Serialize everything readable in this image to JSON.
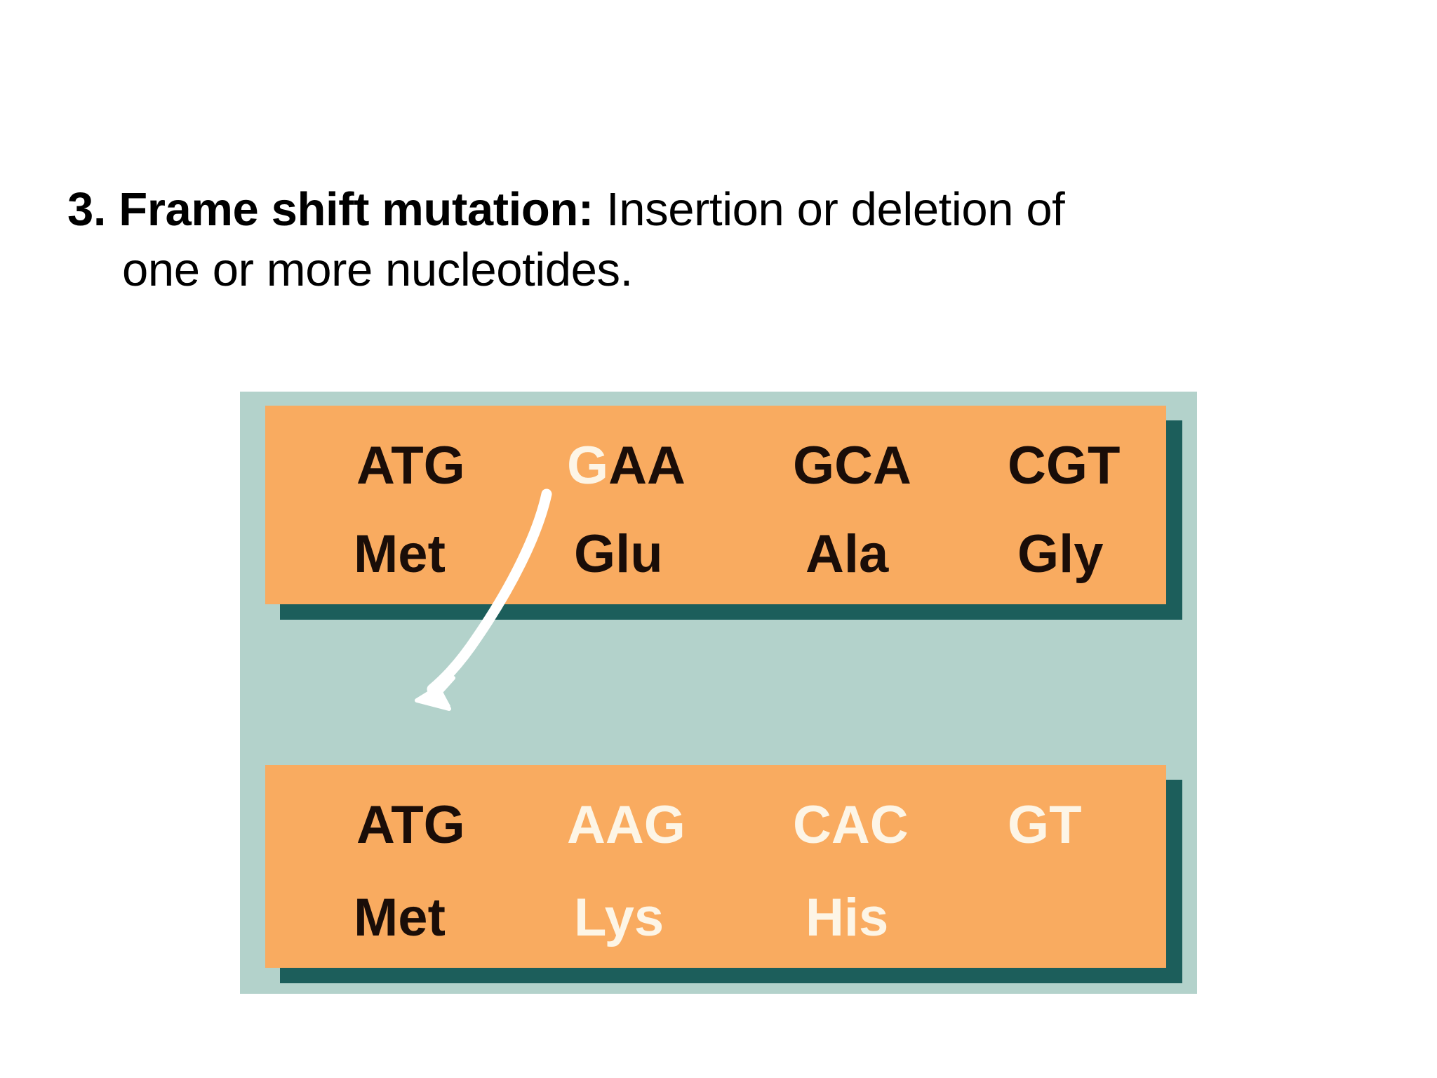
{
  "slide": {
    "heading": {
      "number_and_term": "3. Frame shift mutation:",
      "definition": " Insertion or deletion of",
      "line_2": "one or more nucleotides."
    }
  },
  "figure": {
    "name": "frame-shift-mutation-diagram",
    "colors": {
      "background": "#b3d2cb",
      "panel": "#f9ab60",
      "shadow": "#1c5e5b",
      "dark_text": "#1a0d08",
      "light_text": "#fdf5e6",
      "arrow": "#ffffff"
    },
    "panels": [
      {
        "id": "original-sequence",
        "codons": [
          {
            "text": "ATG",
            "tone": "dark"
          },
          {
            "text": "GAA",
            "tone": "dark",
            "highlight_first_letter": true
          },
          {
            "text": "GCA",
            "tone": "dark"
          },
          {
            "text": "CGT",
            "tone": "dark"
          }
        ],
        "amino_acids": [
          {
            "text": "Met",
            "tone": "dark"
          },
          {
            "text": "Glu",
            "tone": "dark"
          },
          {
            "text": "Ala",
            "tone": "dark"
          },
          {
            "text": "Gly",
            "tone": "dark"
          }
        ]
      },
      {
        "id": "shifted-sequence",
        "codons": [
          {
            "text": "ATG",
            "tone": "dark"
          },
          {
            "text": "AAG",
            "tone": "light"
          },
          {
            "text": "CAC",
            "tone": "light"
          },
          {
            "text": "GT",
            "tone": "light"
          }
        ],
        "amino_acids": [
          {
            "text": "Met",
            "tone": "dark"
          },
          {
            "text": "Lys",
            "tone": "light"
          },
          {
            "text": "His",
            "tone": "light"
          },
          {
            "text": "",
            "tone": "light"
          }
        ]
      }
    ],
    "arrow": {
      "label": "deletion-arrow",
      "from": "G of GAA",
      "direction": "down-left"
    }
  }
}
